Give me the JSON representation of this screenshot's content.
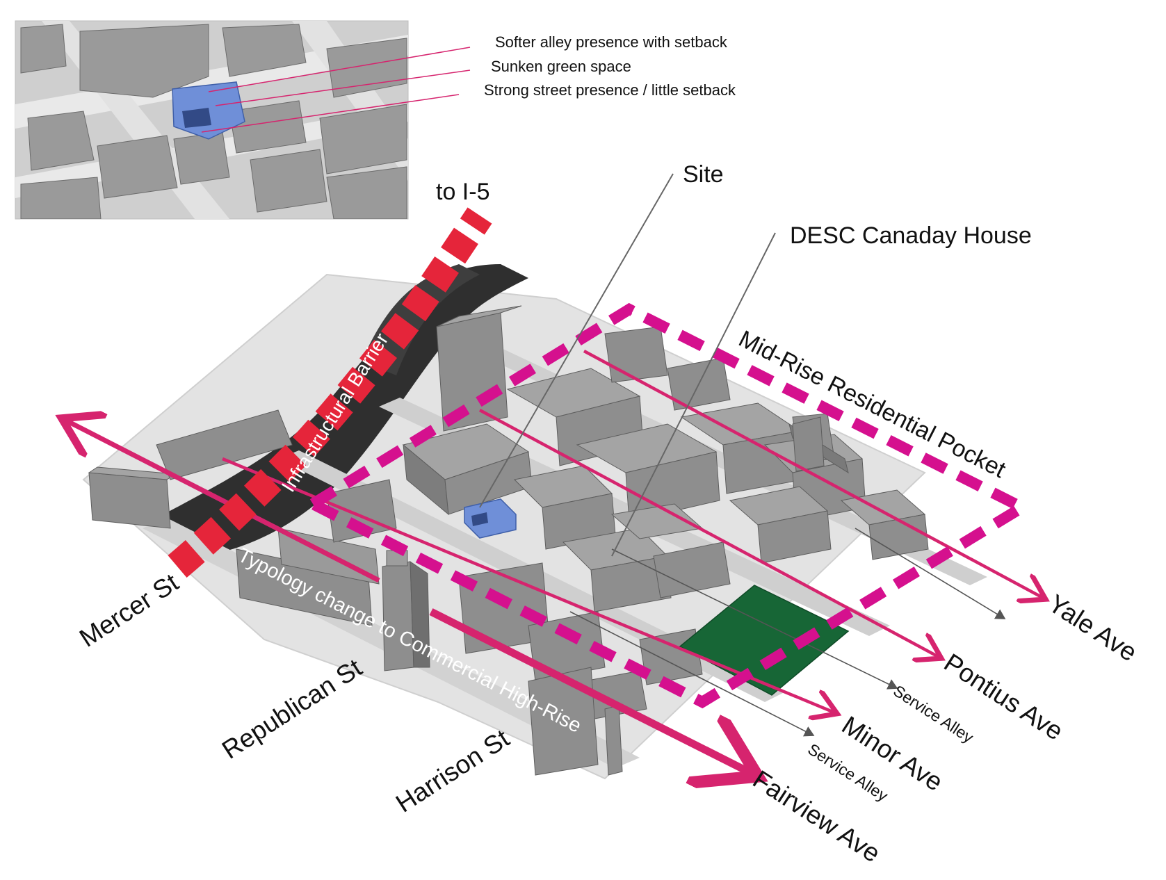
{
  "colors": {
    "building": "#8e8e8e",
    "building_top": "#a4a4a4",
    "building_side": "#6f6f6f",
    "freeway": "#2f2f2f",
    "street_arrow": "#d6246e",
    "dashed_pocket": "#d5108e",
    "barrier": "#e5253a",
    "site": "#6f8fd8",
    "green_space": "#176636",
    "leader": "#666666",
    "inset_leader": "#d6246e"
  },
  "inset": {
    "labels": [
      "Softer alley presence with setback",
      "Sunken green space",
      "Strong street presence / little setback"
    ]
  },
  "callouts": {
    "to_i5": "to I-5",
    "site": "Site",
    "desc": "DESC Canaday House"
  },
  "zones": {
    "barrier": "Infrastructural Barrier",
    "pocket": "Mid-Rise Residential Pocket",
    "typology": "Typology change to Commercial High-Rise"
  },
  "streets": {
    "mercer": "Mercer St",
    "republican": "Republican St",
    "harrison": "Harrison St",
    "fairview": "Fairview Ave",
    "minor": "Minor Ave",
    "pontius": "Pontius Ave",
    "yale": "Yale Ave",
    "service_alley_1": "Service Alley",
    "service_alley_2": "Service Alley"
  }
}
